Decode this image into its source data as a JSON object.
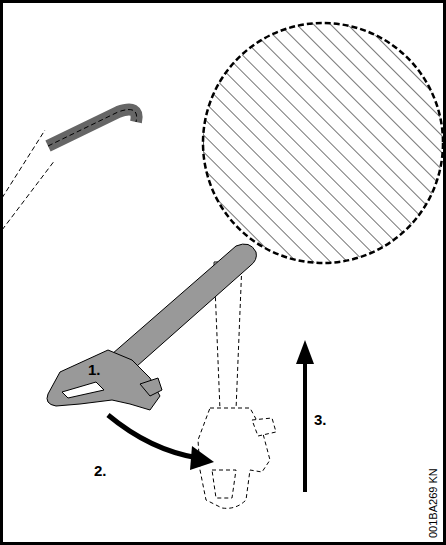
{
  "diagram": {
    "labels": [
      "1.",
      "2.",
      "3.",
      "001BA269 KN"
    ]
  }
}
